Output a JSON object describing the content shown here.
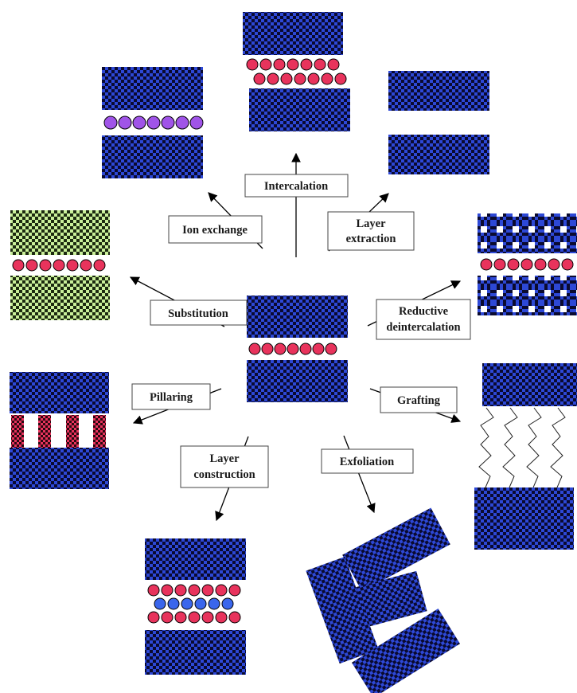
{
  "labels": {
    "intercalation": "Intercalation",
    "ion_exchange": "Ion exchange",
    "layer_extraction_1": "Layer",
    "layer_extraction_2": "extraction",
    "substitution": "Substitution",
    "reductive_1": "Reductive",
    "reductive_2": "deintercalation",
    "pillaring": "Pillaring",
    "grafting": "Grafting",
    "layer_construction_1": "Layer",
    "layer_construction_2": "construction",
    "exfoliation": "Exfoliation"
  },
  "colors": {
    "layer_dark": "#0a0a30",
    "layer_blue": "#2d48d6",
    "green_light": "#c9ef9a",
    "green_dark": "#1c2a10",
    "ion_red": "#e8335c",
    "ion_purple": "#a054e8",
    "ion_blue": "#3a66ec",
    "pillar_red": "#e8335c",
    "pillar_dark": "#2a0810"
  }
}
